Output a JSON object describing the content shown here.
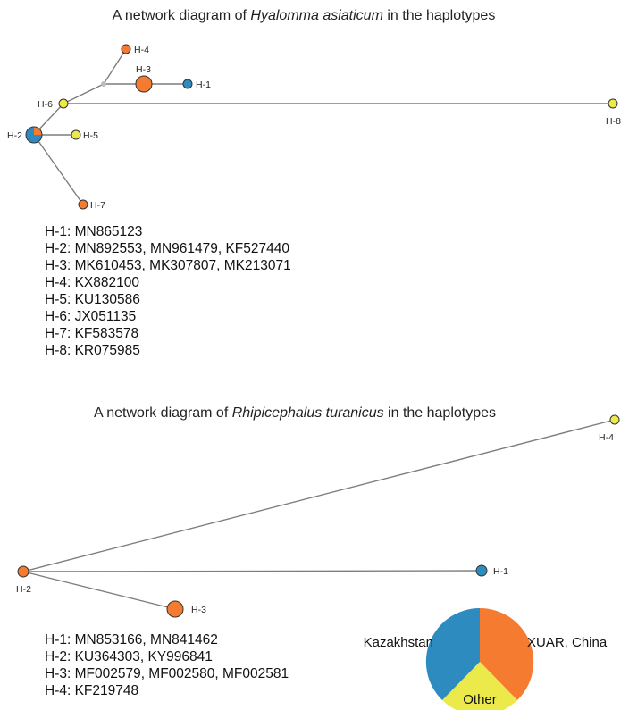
{
  "colors": {
    "kazakhstan": "#2e8bc0",
    "xuar": "#f47b30",
    "other": "#ecea4a",
    "edge": "#7d7d7d",
    "junction": "#bdbdbd"
  },
  "diagram1": {
    "title_prefix": "A network diagram of ",
    "title_species": "Hyalomma asiaticum",
    "title_suffix": " in the haplotypes",
    "nodes": [
      {
        "id": "H-1",
        "label": "H-1",
        "color": "kazakhstan",
        "size": "small"
      },
      {
        "id": "H-2",
        "label": "H-2",
        "color": "mixed_kaz_xuar",
        "size": "large"
      },
      {
        "id": "H-3",
        "label": "H-3",
        "color": "xuar",
        "size": "large"
      },
      {
        "id": "H-4",
        "label": "H-4",
        "color": "xuar",
        "size": "small"
      },
      {
        "id": "H-5",
        "label": "H-5",
        "color": "other",
        "size": "small"
      },
      {
        "id": "H-6",
        "label": "H-6",
        "color": "other",
        "size": "small"
      },
      {
        "id": "H-7",
        "label": "H-7",
        "color": "xuar",
        "size": "small"
      },
      {
        "id": "H-8",
        "label": "H-8",
        "color": "other",
        "size": "small"
      }
    ],
    "accessions": [
      "H-1: MN865123",
      "H-2: MN892553, MN961479, KF527440",
      "H-3: MK610453, MK307807, MK213071",
      "H-4: KX882100",
      "H-5: KU130586",
      "H-6: JX051135",
      "H-7: KF583578",
      "H-8: KR075985"
    ]
  },
  "diagram2": {
    "title_prefix": "A network diagram of ",
    "title_species": "Rhipicephalus turanicus",
    "title_suffix": " in the haplotypes",
    "nodes": [
      {
        "id": "H-1",
        "label": "H-1",
        "color": "kazakhstan",
        "size": "small"
      },
      {
        "id": "H-2",
        "label": "H-2",
        "color": "xuar",
        "size": "small"
      },
      {
        "id": "H-3",
        "label": "H-3",
        "color": "xuar",
        "size": "large"
      },
      {
        "id": "H-4",
        "label": "H-4",
        "color": "other",
        "size": "small"
      }
    ],
    "accessions": [
      "H-1: MN853166, MN841462",
      "H-2: KU364303, KY996841",
      "H-3: MF002579, MF002580, MF002581",
      "H-4: KF219748"
    ]
  },
  "legend": {
    "kazakhstan": "Kazakhstan",
    "xuar": "XUAR, China",
    "other": "Other"
  }
}
